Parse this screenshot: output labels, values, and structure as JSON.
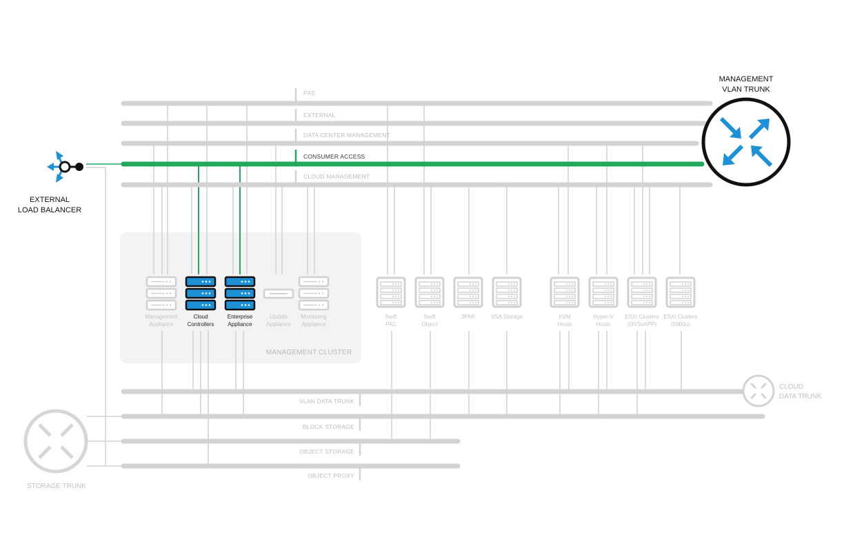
{
  "colors": {
    "bus_inactive": "#d3d3d3",
    "bus_active": "#22a85a",
    "accent_blue": "#1e90d6",
    "cluster_bg": "#f3f3f3",
    "dark": "#111111"
  },
  "buses": {
    "pxe": "PXE",
    "external": "EXTERNAL",
    "dcm": "DATA CENTER MANAGEMENT",
    "consumer": "CONSUMER ACCESS",
    "cloudmgmt": "CLOUD MANAGEMENT",
    "vlandata": "VLAN DATA TRUNK",
    "block": "BLOCK STORAGE",
    "object": "OBJECT STORAGE",
    "proxy": "OBJECT PROXY"
  },
  "endpoints": {
    "lb": [
      "EXTERNAL",
      "LOAD BALANCER"
    ],
    "mgmt": [
      "MANAGEMENT",
      "VLAN TRUNK"
    ],
    "cloud": [
      "CLOUD",
      "DATA TRUNK"
    ],
    "storage": [
      "STORAGE TRUNK"
    ]
  },
  "cluster": {
    "label": "MANAGEMENT CLUSTER"
  },
  "nodes": {
    "mgmt_appliance": [
      "Management",
      "Appliance"
    ],
    "cloud_controllers": [
      "Cloud",
      "Controllers"
    ],
    "enterprise_appliance": [
      "Enterprise",
      "Appliance"
    ],
    "update_appliance": [
      "Update",
      "Appliance"
    ],
    "monitoring_appliance": [
      "Monitoring",
      "Appliance"
    ],
    "swift_pac": [
      "Swift",
      "PAC"
    ],
    "swift_object": [
      "Swift",
      "Object"
    ],
    "threepar": [
      "3PAR"
    ],
    "vsa": [
      "VSA Storage"
    ],
    "kvm": [
      "KVM",
      "Hosts"
    ],
    "hyperv": [
      "Hyper-V",
      "Hosts"
    ],
    "esx_ovsvapp": [
      "ESXi Clusters",
      "(OVSvAPP)"
    ],
    "esx_5900": [
      "ESXi Clusters",
      "(5900u)"
    ]
  }
}
